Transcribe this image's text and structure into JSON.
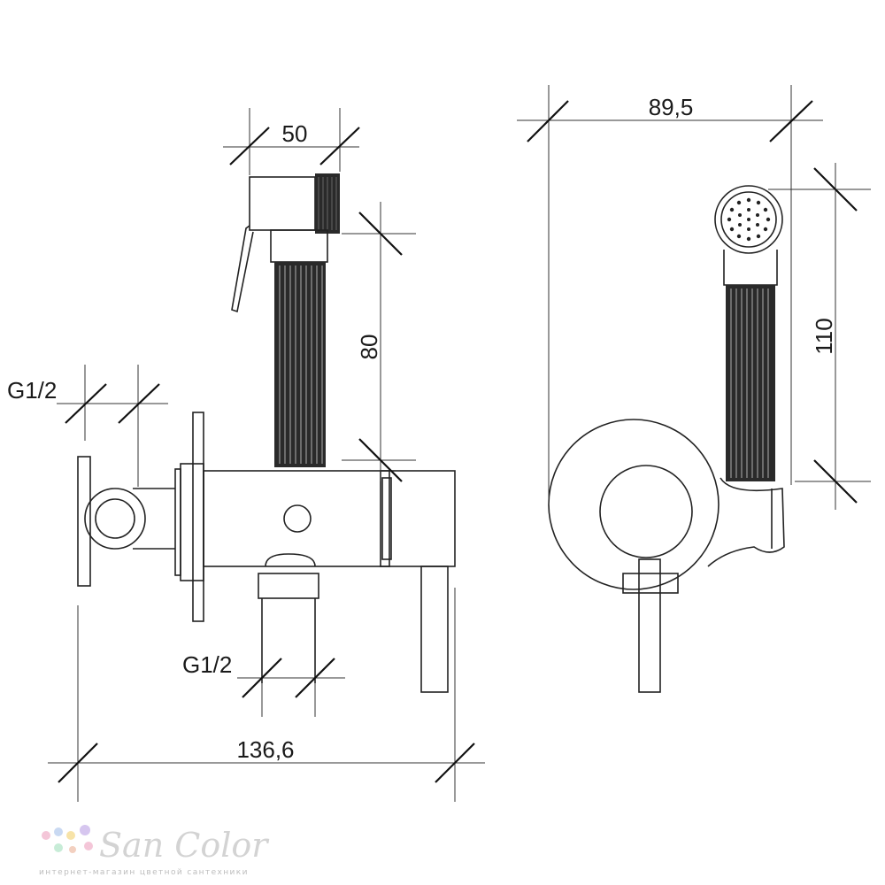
{
  "dimensions": {
    "head_width": "50",
    "handle_length": "80",
    "inlet_side": "G1/2",
    "inlet_bottom": "G1/2",
    "overall_width": "136,6",
    "depth": "89,5",
    "holder_height": "110"
  },
  "brand": {
    "logo": "San Color",
    "tagline": "интернет-магазин цветной сантехники",
    "dot_colors": [
      "#f4c6d8",
      "#c9d9f2",
      "#f7e3a8",
      "#d6c6ef",
      "#c7ecd7",
      "#f3d0c0"
    ]
  }
}
